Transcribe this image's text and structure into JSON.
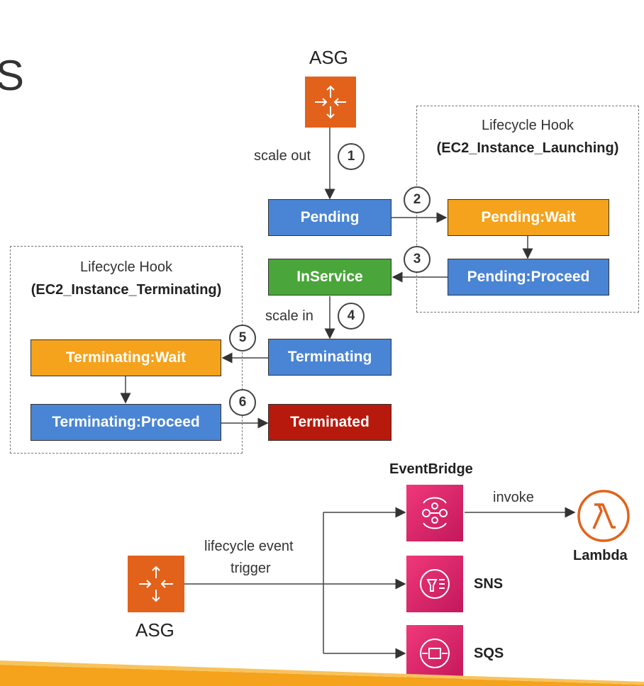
{
  "top": {
    "asg_label": "ASG",
    "scale_out": "scale out",
    "scale_in": "scale in"
  },
  "launch_hook": {
    "title": "Lifecycle Hook",
    "name": "(EC2_Instance_Launching)"
  },
  "terminate_hook": {
    "title": "Lifecycle Hook",
    "name": "(EC2_Instance_Terminating)"
  },
  "states": {
    "pending": "Pending",
    "pending_wait": "Pending:Wait",
    "pending_proceed": "Pending:Proceed",
    "inservice": "InService",
    "terminating": "Terminating",
    "terminating_wait": "Terminating:Wait",
    "terminating_proceed": "Terminating:Proceed",
    "terminated": "Terminated"
  },
  "steps": [
    "1",
    "2",
    "3",
    "4",
    "5",
    "6"
  ],
  "bottom": {
    "asg_label": "ASG",
    "trigger_line1": "lifecycle event",
    "trigger_line2": "trigger",
    "eventbridge": "EventBridge",
    "invoke": "invoke",
    "lambda": "Lambda",
    "sns": "SNS",
    "sqs": "SQS"
  },
  "colors": {
    "blue": "#4a84d4",
    "orange": "#f5a21c",
    "green": "#4aa63a",
    "red": "#b7190d",
    "asg": "#e2621b",
    "app_integration": "#e7157b",
    "lambda": "#e2621b"
  },
  "icons": [
    "asg-icon",
    "eventbridge-icon",
    "sns-icon",
    "sqs-icon",
    "lambda-icon"
  ]
}
